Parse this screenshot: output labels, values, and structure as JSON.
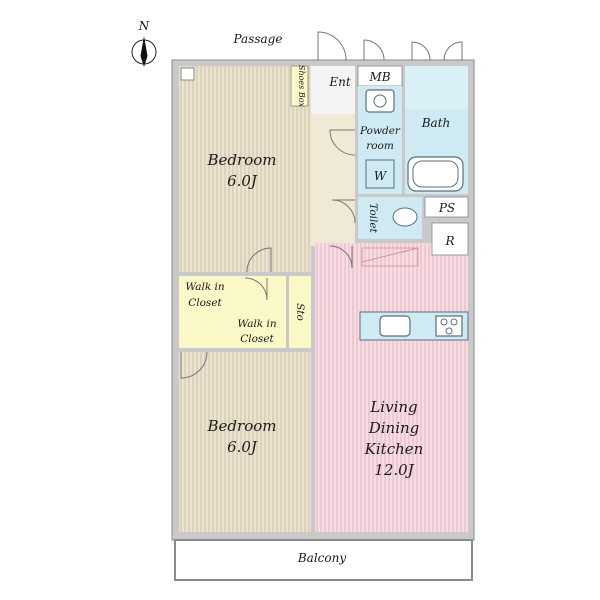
{
  "compass": {
    "label": "N"
  },
  "labels": {
    "passage": "Passage",
    "entrance": "Ent",
    "meter_box": "MB",
    "shoes_box": "Shoes Box",
    "bedroom_top_line1": "Bedroom",
    "bedroom_top_line2": "6.0J",
    "powder_room_line1": "Powder",
    "powder_room_line2": "room",
    "washer": "W",
    "bath": "Bath",
    "toilet": "Toilet",
    "pipe_space": "PS",
    "refrigerator": "R",
    "walk_in_closet_left_line1": "Walk in",
    "walk_in_closet_left_line2": "Closet",
    "walk_in_closet_right_line1": "Walk in",
    "walk_in_closet_right_line2": "Closet",
    "storage": "Sto",
    "bedroom_bottom_line1": "Bedroom",
    "bedroom_bottom_line2": "6.0J",
    "ldk_line1": "Living",
    "ldk_line2": "Dining",
    "ldk_line3": "Kitchen",
    "ldk_line4": "12.0J",
    "balcony": "Balcony"
  },
  "colors": {
    "bedroom": "#ebe2cf",
    "bedroom_stripe": "#cfc2a5",
    "closet": "#fbf8c8",
    "hall": "#f0e9d6",
    "wet_area": "#cfeaf2",
    "ldk": "#f7dde3",
    "ldk_stripe": "#e7b5c0",
    "balcony": "#ffffff",
    "wall": "#c9c9c9"
  }
}
